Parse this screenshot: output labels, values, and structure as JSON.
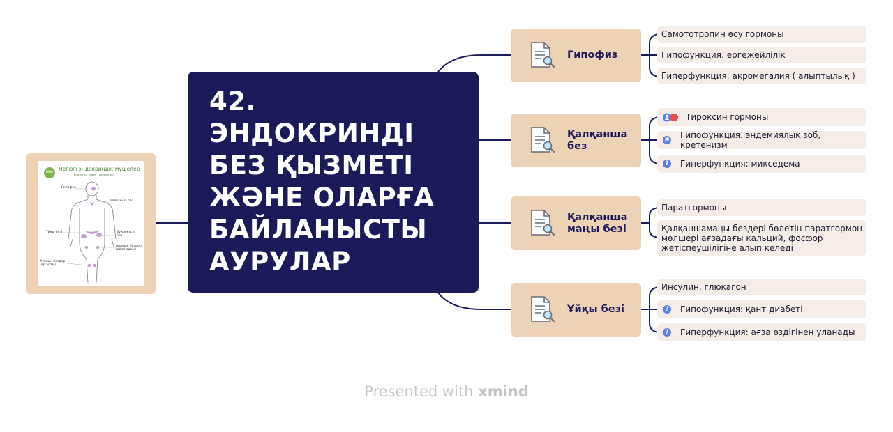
{
  "central_topic": {
    "title": "42.\nЭНДОКРИНДІ\nБЕЗ ҚЫЗМЕТІ\nЖӘНЕ ОЛАРҒА\nБАЙЛАНЫСТЫ\nАУРУЛАР"
  },
  "image_node": {
    "title": "Негізгі эндокриндік мүшелер",
    "subtitle": "биология · адам · гормондар",
    "logo_text": "bilig",
    "labels": {
      "hypophysis": "Гипофиз",
      "thyroid": "Қалқанша без",
      "thymus": "Ұйқы безі",
      "adrenal": "Бүйрекүсті\nбез",
      "ovary": "Аналық бездер\n(әйел адам)",
      "testes": "Аталық бездер\n(ер адам)"
    }
  },
  "branches": [
    {
      "label": "Гипофиз",
      "icon": "document-search-icon",
      "children": [
        {
          "text": "Самототропин өсу гормоны",
          "icon": ""
        },
        {
          "text": "Гипофункция: ергежейлілік",
          "icon": ""
        },
        {
          "text": "Гиперфункция: акромегалия ( алыптылық )",
          "icon": ""
        }
      ]
    },
    {
      "label": "Қалқанша\nбез",
      "icon": "document-search-icon",
      "children": [
        {
          "text": "Тироксин гормоны",
          "icon": "person-pair-icon"
        },
        {
          "text": "Гипофункция: эндемиялық зоб, кретенизм",
          "icon": "flag-icon"
        },
        {
          "text": "Гиперфункция: микседема",
          "icon": "question-icon"
        }
      ]
    },
    {
      "label": "Қалқанша\nмаңы безі",
      "icon": "document-search-icon",
      "children": [
        {
          "text": "Паратгормоны",
          "icon": ""
        },
        {
          "text": "Қалқаншамаңы бездері бөлетін паратгормон\nмөлшері ағзадағы кальций, фосфор\nжетіспеушілігіне алып келеді",
          "icon": ""
        }
      ]
    },
    {
      "label": "Ұйқы безі",
      "icon": "document-search-icon",
      "children": [
        {
          "text": "Инсулин, глюкагон",
          "icon": ""
        },
        {
          "text": "Гипофункция: қант диабеті",
          "icon": "question-icon"
        },
        {
          "text": "Гиперфункция: ағза өздігінен уланады",
          "icon": "question-icon"
        }
      ]
    }
  ],
  "footer": {
    "prefix": "Presented with ",
    "brand": "xmind"
  },
  "colors": {
    "central_bg": "#1c1b59",
    "branch_bg": "#ecd3b6",
    "leaf_bg": "#f4ece6",
    "connector": "#1c1b59",
    "icon_blue": "#5b7fe8"
  }
}
